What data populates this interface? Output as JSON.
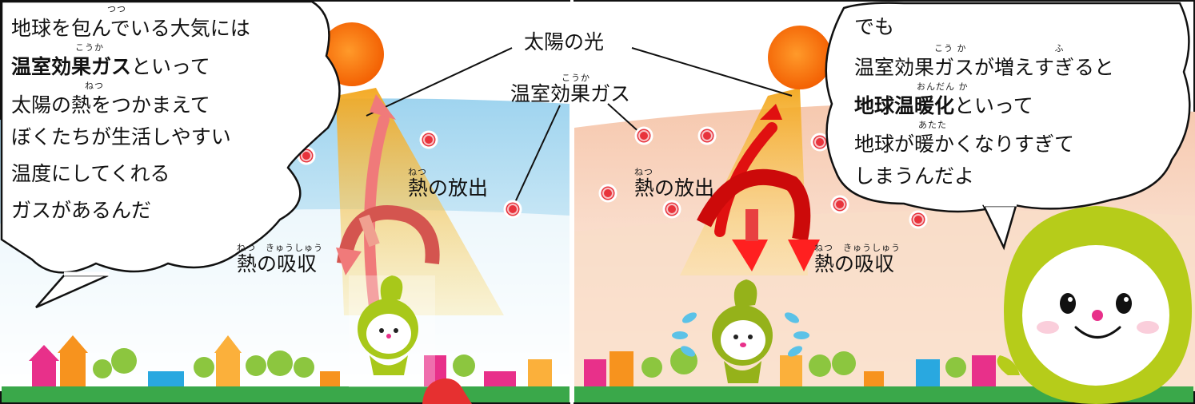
{
  "left_speech": {
    "line1": "地球を包んでいる大気には",
    "line1_ruby": "つつ",
    "line2_bold": "温室効果ガス",
    "line2_rest": "といって",
    "line2_ruby": "こうか",
    "line3": "太陽の熱をつかまえて",
    "line3_ruby": "ねつ",
    "line4": "ぼくたちが生活しやすい",
    "line5": "温度にしてくれる",
    "line6": "ガスがあるんだ"
  },
  "right_speech": {
    "line1": "でも",
    "line2": "温室効果ガスが増えすぎると",
    "line2_ruby_a": "こう か",
    "line2_ruby_b": "ふ",
    "line3_bold": "地球温暖化",
    "line3_rest": "といって",
    "line3_ruby": "おんだん か",
    "line4": "地球が暖かくなりすぎて",
    "line4_ruby": "あたた",
    "line5": "しまうんだよ"
  },
  "labels": {
    "sunlight": "太陽の光",
    "greenhouse_gas": "温室効果ガス",
    "greenhouse_gas_ruby": "こうか",
    "heat_release_left": "熱の放出",
    "heat_release_right": "熱の放出",
    "heat_release_ruby": "ねつ",
    "heat_absorb_left": "熱の吸収",
    "heat_absorb_right": "熱の吸収",
    "heat_absorb_ruby": "ねつ　きゅうしゅう"
  },
  "colors": {
    "sun": "#ff6a00",
    "sky_left": "#bfe3f5",
    "sky_right": "#f8d6c2",
    "ground": "#3aa84a",
    "gas_circle": "#e8333c",
    "arrow_left": "#f07a7a",
    "arrow_right": "#e01010",
    "beam": "#f5b52a",
    "mascot": "#a8c81a"
  },
  "icons": [
    "sun-icon",
    "gas-molecule-icon",
    "heat-arrow-icon",
    "mascot-icon",
    "house-icon",
    "tree-icon"
  ]
}
